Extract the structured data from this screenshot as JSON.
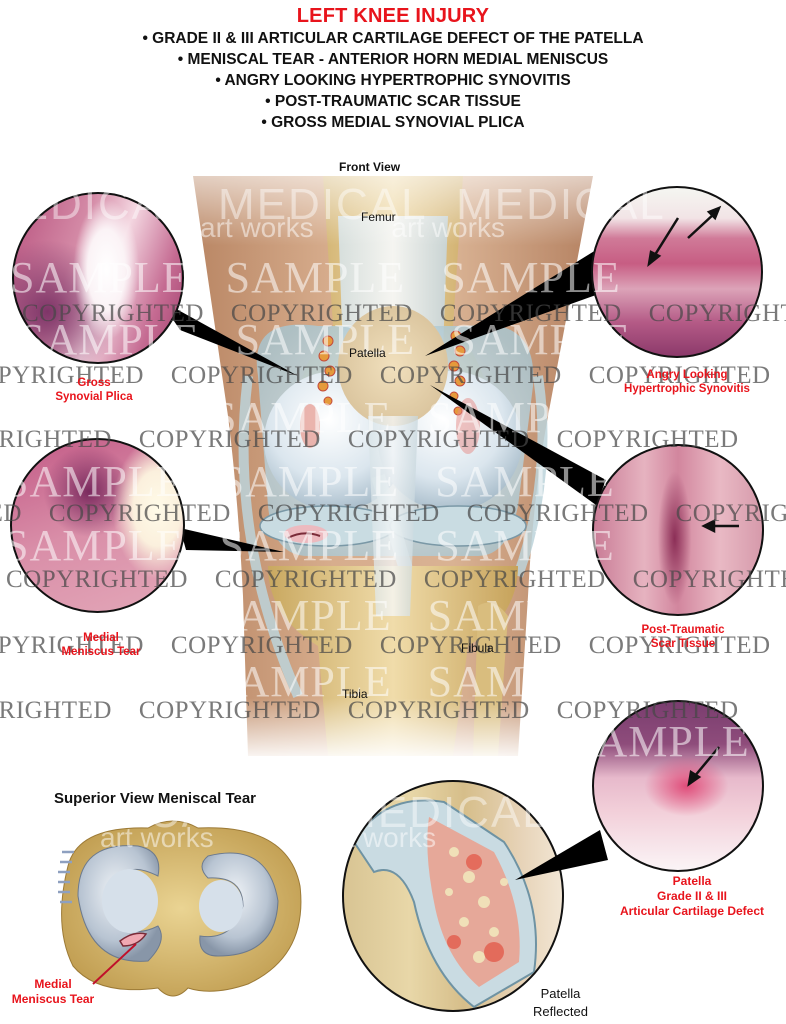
{
  "header": {
    "title": "LEFT KNEE INJURY",
    "bullets": [
      "• GRADE II & III ARTICULAR CARTILAGE DEFECT OF THE PATELLA",
      "• MENISCAL TEAR - ANTERIOR HORN MEDIAL MENISCUS",
      "• ANGRY LOOKING HYPERTROPHIC SYNOVITIS",
      "• POST-TRAUMATIC SCAR TISSUE",
      "• GROSS MEDIAL SYNOVIAL PLICA"
    ]
  },
  "front_view": {
    "label": "Front View",
    "anatomy_labels": {
      "femur": "Femur",
      "patella": "Patella",
      "fibula": "Fibula",
      "tibia": "Tibia"
    }
  },
  "insets": {
    "plica": {
      "line1": "Gross",
      "line2": "Synovial Plica"
    },
    "synovitis": {
      "line1": "Angry Looking",
      "line2": "Hypertrophic Synovitis"
    },
    "meniscus": {
      "line1": "Medial",
      "line2": "Meniscus Tear"
    },
    "scar": {
      "line1": "Post-Traumatic",
      "line2": "Scar Tissue"
    },
    "cartilage": {
      "line1": "Patella",
      "line2": "Grade II & III",
      "line3": "Articular Cartilage Defect"
    }
  },
  "superior_view": {
    "title": "Superior View Meniscal Tear",
    "caption_line1": "Medial",
    "caption_line2": "Meniscus Tear"
  },
  "patella_reflected": {
    "line1": "Patella",
    "line2": "Reflected"
  },
  "watermarks": {
    "copyright": "COPYRIGHTED",
    "sample": "SAMPLE",
    "medical": "MEDICAL",
    "artworks": "art works"
  },
  "colors": {
    "title_red": "#e8141c",
    "caption_red": "#e8141c",
    "skin": "#c99a78",
    "bone": "#e3c98a",
    "cartilage": "#b9ccd6",
    "inflamed": "#c2546e"
  }
}
